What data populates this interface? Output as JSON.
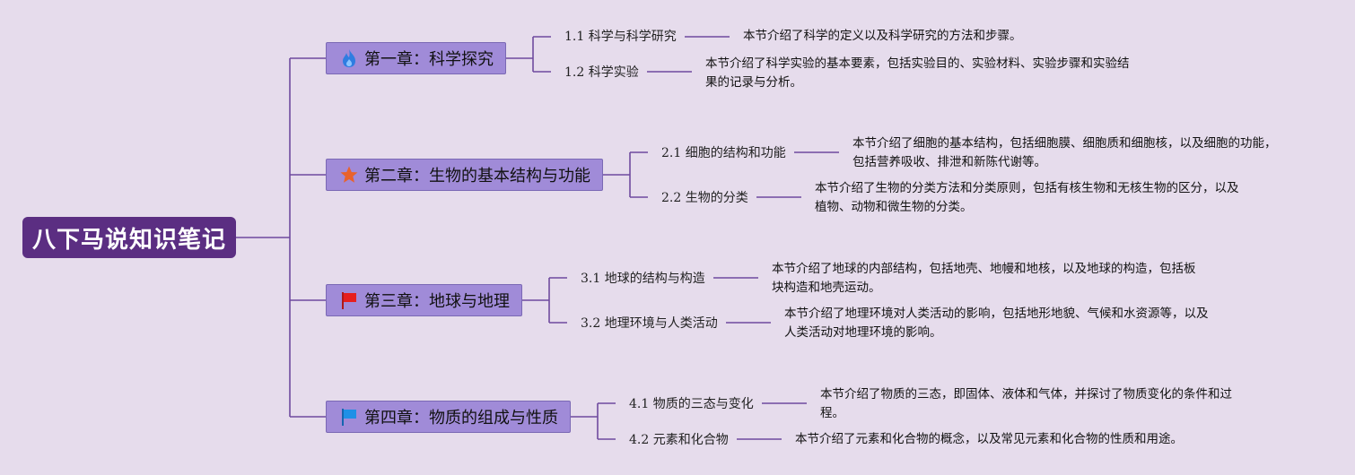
{
  "root": {
    "title": "八下马说知识笔记"
  },
  "colors": {
    "background": "#e6dcec",
    "root": "#5b2e82",
    "chapter": "#a08bd8",
    "line": "#6f4a9e"
  },
  "chapters": [
    {
      "title": "第一章：科学探究",
      "icon": "fire-icon",
      "sections": [
        {
          "title": "1.1 科学与科学研究",
          "desc": [
            "本节介绍了科学的定义以及科学研究的方法和步骤。"
          ]
        },
        {
          "title": "1.2 科学实验",
          "desc": [
            "本节介绍了科学实验的基本要素，包括实验目的、实验材料、实验步骤和实验结",
            "果的记录与分析。"
          ]
        }
      ]
    },
    {
      "title": "第二章：生物的基本结构与功能",
      "icon": "star-icon",
      "sections": [
        {
          "title": "2.1 细胞的结构和功能",
          "desc": [
            "本节介绍了细胞的基本结构，包括细胞膜、细胞质和细胞核，以及细胞的功能，",
            "包括营养吸收、排泄和新陈代谢等。"
          ]
        },
        {
          "title": "2.2 生物的分类",
          "desc": [
            "本节介绍了生物的分类方法和分类原则，包括有核生物和无核生物的区分，以及",
            "植物、动物和微生物的分类。"
          ]
        }
      ]
    },
    {
      "title": "第三章：地球与地理",
      "icon": "red-flag-icon",
      "sections": [
        {
          "title": "3.1 地球的结构与构造",
          "desc": [
            "本节介绍了地球的内部结构，包括地壳、地幔和地核，以及地球的构造，包括板",
            "块构造和地壳运动。"
          ]
        },
        {
          "title": "3.2 地理环境与人类活动",
          "desc": [
            "本节介绍了地理环境对人类活动的影响，包括地形地貌、气候和水资源等，以及",
            "人类活动对地理环境的影响。"
          ]
        }
      ]
    },
    {
      "title": "第四章：物质的组成与性质",
      "icon": "blue-flag-icon",
      "sections": [
        {
          "title": "4.1 物质的三态与变化",
          "desc": [
            "本节介绍了物质的三态，即固体、液体和气体，并探讨了物质变化的条件和过",
            "程。"
          ]
        },
        {
          "title": "4.2 元素和化合物",
          "desc": [
            "本节介绍了元素和化合物的概念，以及常见元素和化合物的性质和用途。"
          ]
        }
      ]
    }
  ]
}
